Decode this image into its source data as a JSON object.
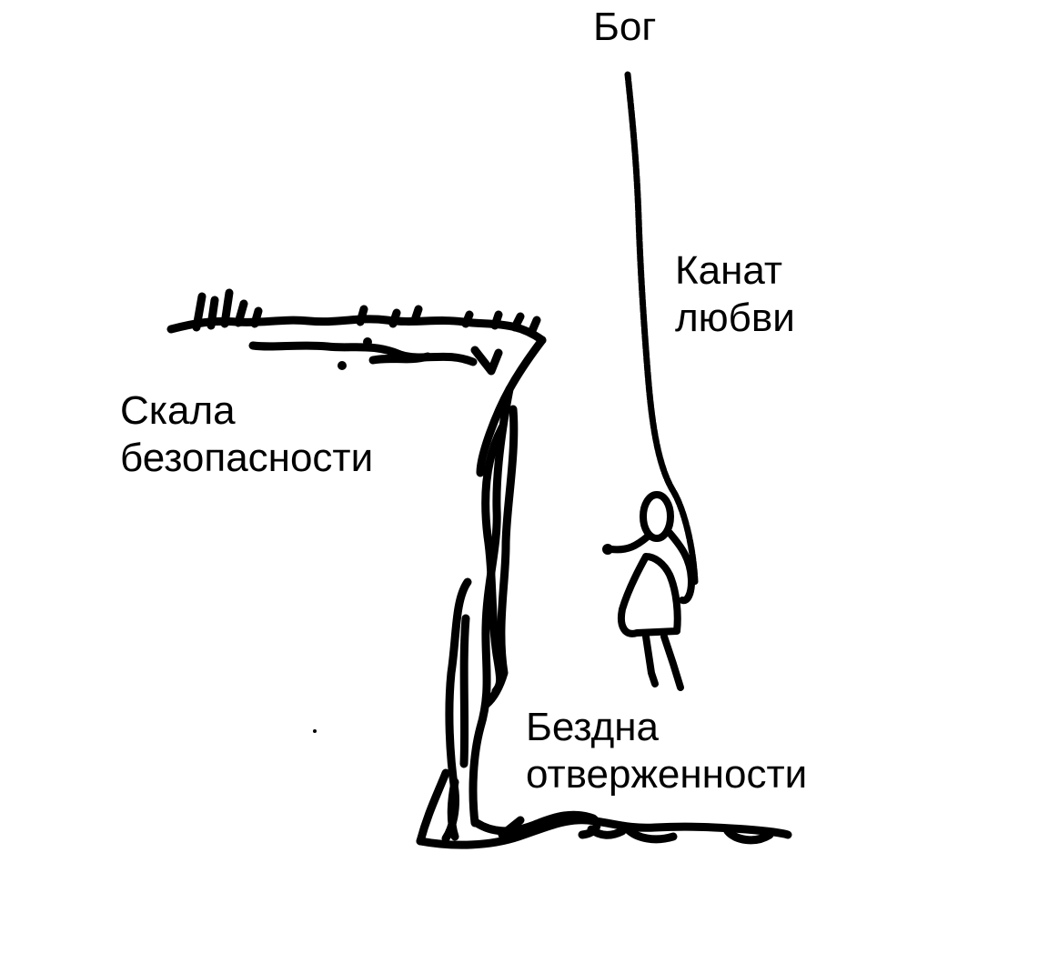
{
  "labels": {
    "god": "Бог",
    "rope": [
      "Канат",
      "любви"
    ],
    "cliff": [
      "Скала",
      "безопасности"
    ],
    "abyss": [
      "Бездна",
      "отверженности"
    ]
  },
  "style": {
    "ink_color": "#000000",
    "background_color": "#ffffff"
  }
}
